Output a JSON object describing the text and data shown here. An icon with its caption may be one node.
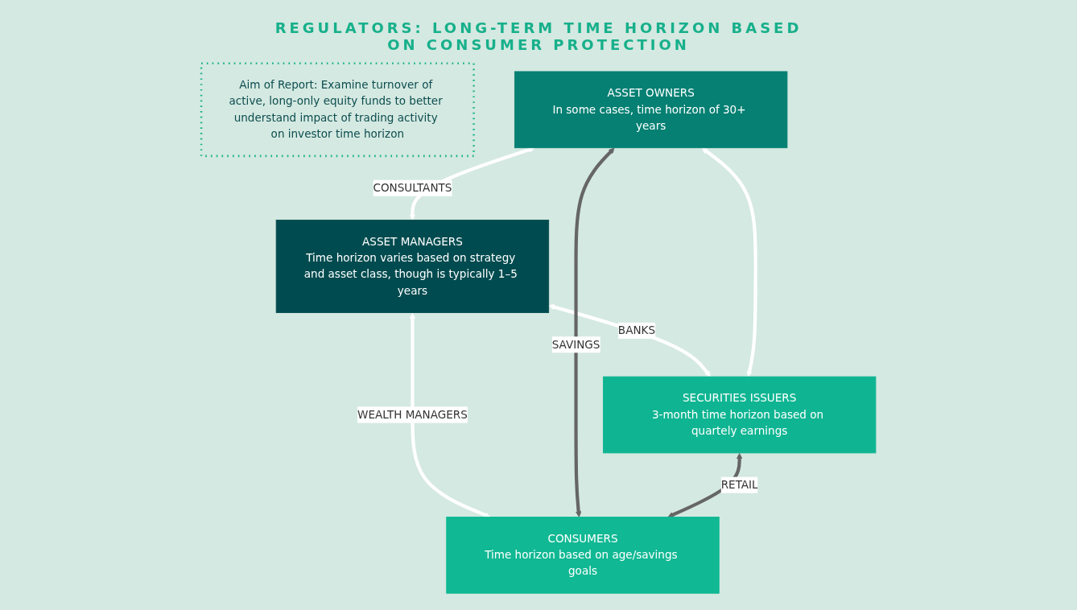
{
  "diagram": {
    "title": "REGULATORS: LONG-TERM TIME HORIZON BASED ON CONSUMER PROTECTION",
    "nodes": [
      {
        "text": [
          "Aim of Report: Examine turnover of active, long-only equity funds to better understand impact of trading activity on investor time horizon"
        ]
      },
      {
        "text": [
          "ASSET MANAGERS",
          "Time horizon varies based on strategy and asset class, though is typically 1–5 years"
        ]
      },
      {
        "text": [
          "ASSET OWNERS",
          "In some cases, time horizon of 30+ years"
        ]
      },
      {
        "text": [
          "SECURITIES ISSUERS",
          "3-month time horizon based on quartely earnings"
        ]
      },
      {
        "text": [
          "CONSUMERS",
          "Time horizon based on age/savings goals"
        ]
      }
    ],
    "edges": [
      {
        "from": 2,
        "to": 1,
        "arrow": "both",
        "label": "CONSULTANTS"
      },
      {
        "from": 1,
        "to": 3,
        "arrow": "both",
        "label": "BANKS"
      },
      {
        "from": 1,
        "to": 4,
        "arrow": "both",
        "label": "WEALTH MANAGERS"
      },
      {
        "from": 2,
        "to": 3,
        "arrow": "both"
      },
      {
        "from": 2,
        "to": 4,
        "arrow": "both",
        "label": "SAVINGS",
        "color": "#666666"
      },
      {
        "from": 3,
        "to": 4,
        "arrow": "both",
        "label": "RETAIL",
        "color": "#666666"
      }
    ]
  }
}
